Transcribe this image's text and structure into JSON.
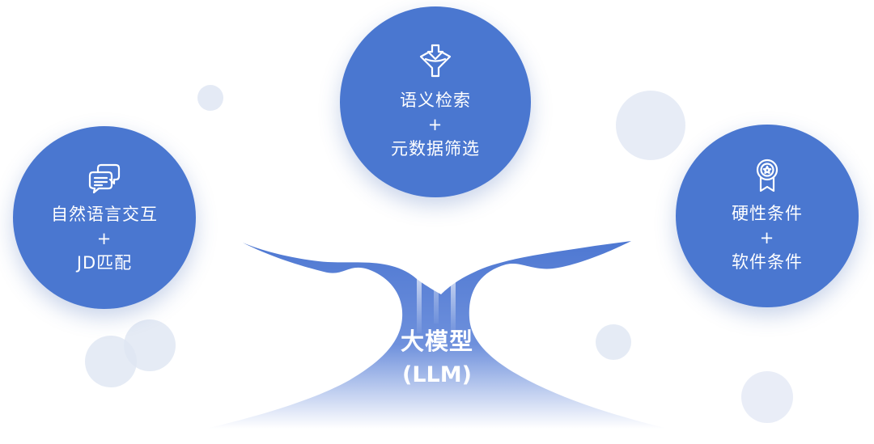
{
  "center": {
    "title": "大模型",
    "subtitle": "(LLM)"
  },
  "nodes": {
    "left": {
      "icon": "chat-bubbles-icon",
      "line1": "自然语言交互",
      "line2": "+",
      "line3": "JD匹配"
    },
    "top": {
      "icon": "funnel-icon",
      "line1": "语义检索",
      "line2": "+",
      "line3": "元数据筛选"
    },
    "right": {
      "icon": "award-badge-icon",
      "line1": "硬性条件",
      "line2": "+",
      "line3": "软件条件"
    }
  },
  "colors": {
    "primary": "#4a77d0",
    "trunk_top": "#4e78d2",
    "trunk_bottom": "#ffffff",
    "bubble": "#dfe6f3"
  }
}
